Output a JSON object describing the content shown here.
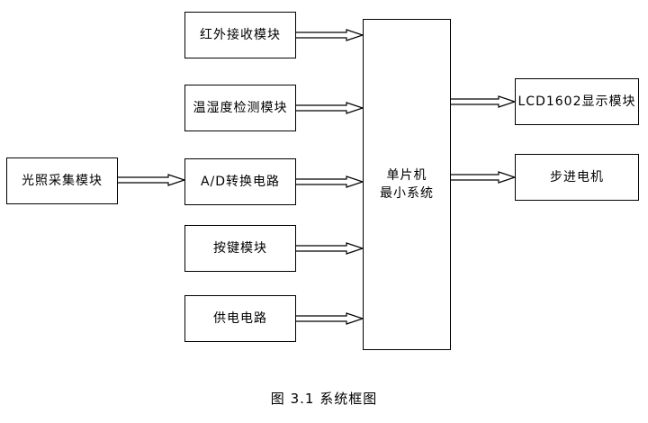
{
  "diagram": {
    "left_modules": {
      "light": "光照采集模块"
    },
    "input_modules": {
      "infrared": "红外接收模块",
      "temp_humidity": "温湿度检测模块",
      "ad_converter": "A/D转换电路",
      "keys": "按键模块",
      "power": "供电电路"
    },
    "mcu": {
      "line1": "单片机",
      "line2": "最小系统"
    },
    "output_modules": {
      "lcd": "LCD1602显示模块",
      "stepper": "步进电机"
    },
    "caption": "图 3.1  系统框图"
  }
}
